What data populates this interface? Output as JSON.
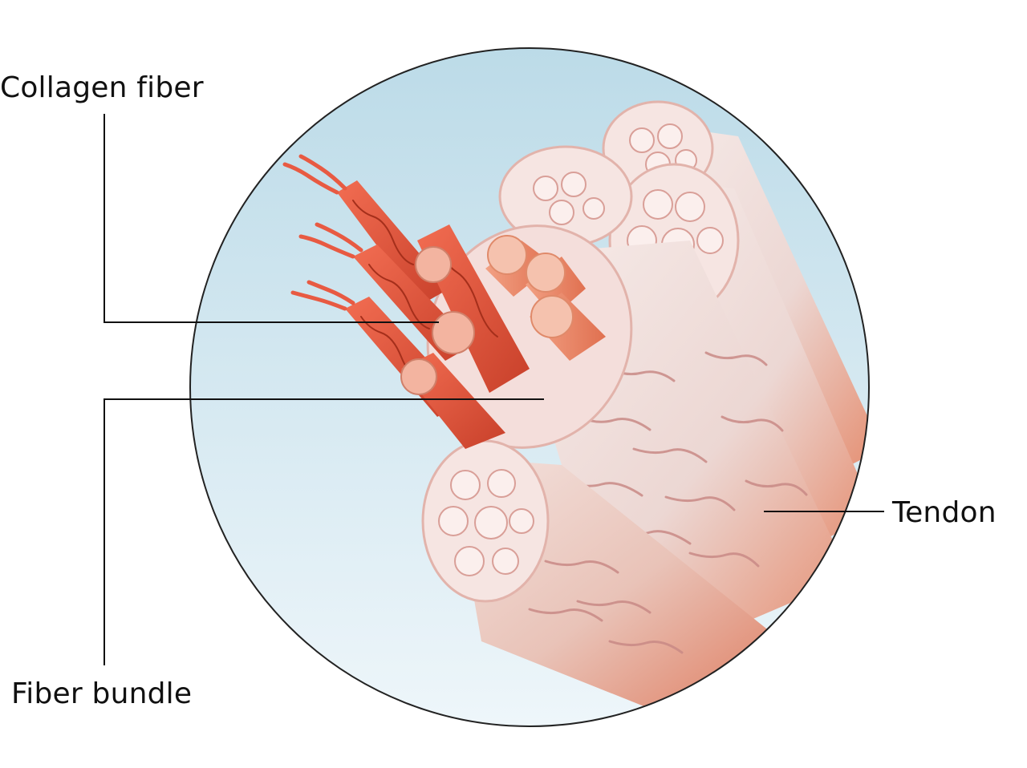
{
  "labels": {
    "collagen_fiber": "Collagen fiber",
    "fiber_bundle": "Fiber bundle",
    "tendon": "Tendon"
  },
  "colors": {
    "background": "#ffffff",
    "circle_fill_top": "#bcdbe8",
    "circle_fill_bottom": "#eef6fa",
    "circle_stroke": "#222222",
    "fiber_red": "#e0533c",
    "fiber_red_dark": "#b8351f",
    "bundle_orange": "#ec8a68",
    "tendon_pale": "#f3e6e2",
    "tendon_cell_pink": "#f2c3bd",
    "leader_line": "#111111"
  },
  "icons": {
    "magnifier": "magnified-tendon-illustration"
  }
}
